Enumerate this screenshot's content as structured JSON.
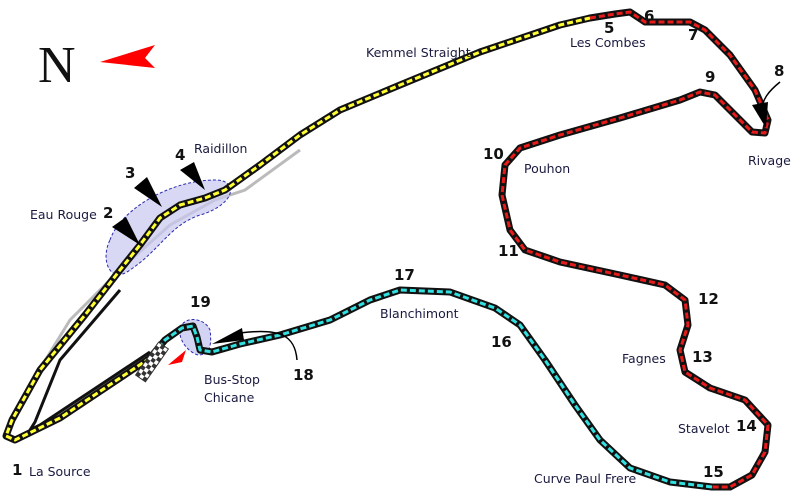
{
  "compass": {
    "letter": "N",
    "arrow_color": "#ff0000"
  },
  "sectors": [
    {
      "name": "sector-1",
      "color": "#ffff33"
    },
    {
      "name": "sector-2",
      "color": "#e81b1b"
    },
    {
      "name": "sector-3",
      "color": "#33e0e0"
    }
  ],
  "turns": [
    {
      "n": "1",
      "name": "La Source"
    },
    {
      "n": "2",
      "name": "Eau Rouge"
    },
    {
      "n": "3",
      "name": ""
    },
    {
      "n": "4",
      "name": "Raidillon"
    },
    {
      "n": "5",
      "name": "Les Combes"
    },
    {
      "n": "6",
      "name": ""
    },
    {
      "n": "7",
      "name": ""
    },
    {
      "n": "8",
      "name": "Rivage"
    },
    {
      "n": "9",
      "name": ""
    },
    {
      "n": "10",
      "name": "Pouhon"
    },
    {
      "n": "11",
      "name": ""
    },
    {
      "n": "12",
      "name": "Fagnes"
    },
    {
      "n": "13",
      "name": ""
    },
    {
      "n": "14",
      "name": "Stavelot"
    },
    {
      "n": "15",
      "name": "Curve Paul Frere"
    },
    {
      "n": "16",
      "name": ""
    },
    {
      "n": "17",
      "name": "Blanchimont"
    },
    {
      "n": "18",
      "name": ""
    },
    {
      "n": "19",
      "name": ""
    }
  ],
  "labels": {
    "kemmel": "Kemmel Straight",
    "bus_stop_1": "Bus-Stop",
    "bus_stop_2": "Chicane"
  }
}
